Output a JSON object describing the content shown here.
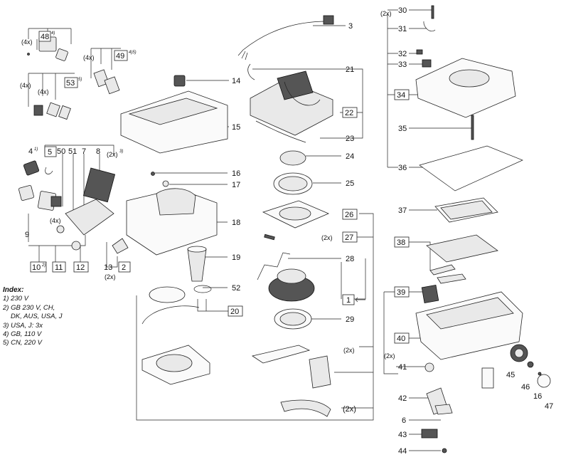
{
  "callouts": {
    "c1": "1",
    "c2": "2",
    "c3": "3",
    "c4": "4",
    "c5": "5",
    "c6": "6",
    "c7": "7",
    "c8": "8",
    "c9": "9",
    "c10": "10",
    "c11": "11",
    "c12": "12",
    "c13": "13",
    "c14": "14",
    "c15": "15",
    "c16a": "16",
    "c16b": "16",
    "c17": "17",
    "c18": "18",
    "c19": "19",
    "c20": "20",
    "c21": "21",
    "c22": "22",
    "c23": "23",
    "c24": "24",
    "c25": "25",
    "c26": "26",
    "c27": "27",
    "c28": "28",
    "c29": "29",
    "c30": "30",
    "c31": "31",
    "c32": "32",
    "c33": "33",
    "c34": "34",
    "c35": "35",
    "c36": "36",
    "c37": "37",
    "c38": "38",
    "c39": "39",
    "c40": "40",
    "c41": "41",
    "c42": "42",
    "c43": "43",
    "c44": "44",
    "c45": "45",
    "c46": "46",
    "c47": "47",
    "c48": "48",
    "c49": "49",
    "c50": "50",
    "c51": "51",
    "c52": "52",
    "c53": "53"
  },
  "qty": {
    "x4_a": "(4x)",
    "x4_b": "(4x)",
    "x4_c": "(4x)",
    "x4_d": "(4x)",
    "x4_e": "(4x)",
    "x2_a": "(2x)",
    "x2_b": "(2x)",
    "x2_c": "(2x)",
    "x2_d": "(2x)",
    "x2_e": "(2x)",
    "x2_f": "(2x)",
    "x2_g": "(2x)"
  },
  "sup": {
    "s48": "4)",
    "s49": "4)5)",
    "s53": "5)",
    "s4": "1)",
    "s2x": "3)",
    "s10": "2)"
  },
  "index": {
    "title": "Index:",
    "lines": [
      "1) 230 V",
      "2) GB 230 V, CH,",
      "DK, AUS, USA, J",
      "3) USA, J: 3x",
      "4) GB, 110 V",
      "5) CN, 220 V"
    ]
  }
}
